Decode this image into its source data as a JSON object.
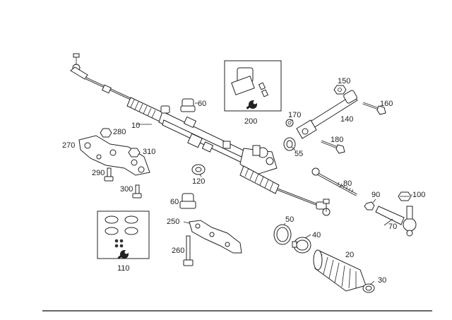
{
  "callouts": {
    "p10": "10",
    "p20": "20",
    "p30": "30",
    "p40": "40",
    "p50": "50",
    "p55": "55",
    "p60a": "60",
    "p60b": "60",
    "p70": "70",
    "p80": "80",
    "p90": "90",
    "p100": "100",
    "p110": "110",
    "p120": "120",
    "p140": "140",
    "p150": "150",
    "p160": "160",
    "p170": "170",
    "p180": "180",
    "p200": "200",
    "p250": "250",
    "p260": "260",
    "p270": "270",
    "p280": "280",
    "p290": "290",
    "p300": "300",
    "p310": "310"
  },
  "colors": {
    "ink": "#222222",
    "background": "#ffffff"
  },
  "icons": [
    "wrench-icon",
    "wrench-icon"
  ]
}
